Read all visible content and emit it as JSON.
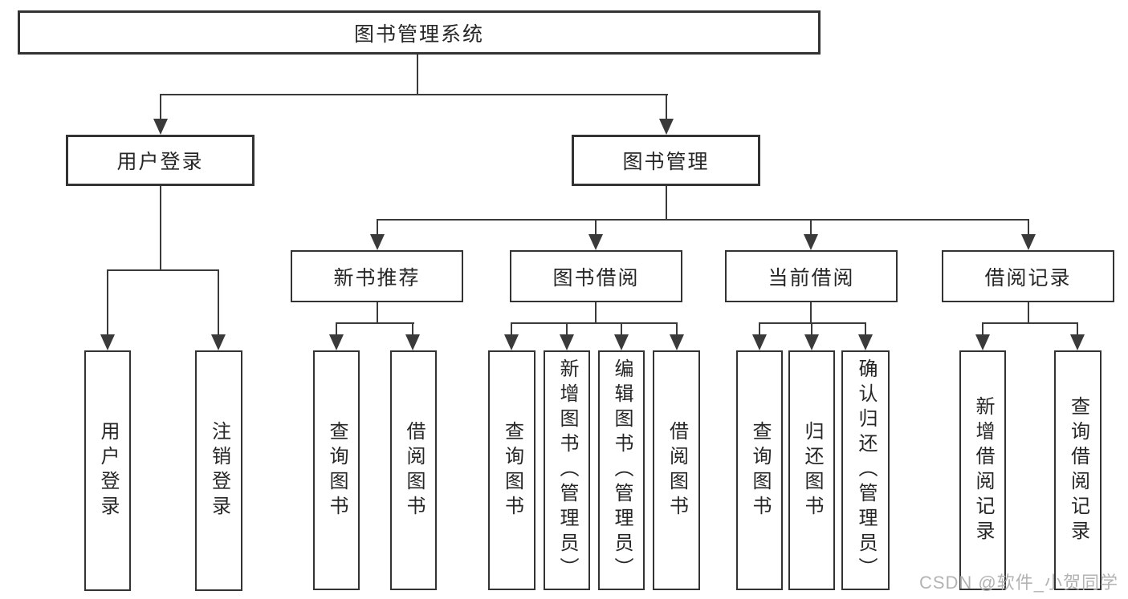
{
  "tree": {
    "root": "图书管理系统",
    "branches": [
      {
        "label": "用户登录",
        "children": [
          "用户登录",
          "注销登录"
        ]
      },
      {
        "label": "图书管理",
        "children": [
          {
            "label": "新书推荐",
            "children": [
              "查询图书",
              "借阅图书"
            ]
          },
          {
            "label": "图书借阅",
            "children": [
              "查询图书",
              "新增图书（管理员）",
              "编辑图书（管理员）",
              "借阅图书"
            ]
          },
          {
            "label": "当前借阅",
            "children": [
              "查询图书",
              "归还图书",
              "确认归还（管理员）"
            ]
          },
          {
            "label": "借阅记录",
            "children": [
              "新增借阅记录",
              "查询借阅记录"
            ]
          }
        ]
      }
    ]
  },
  "watermark": "CSDN @软件_小贺同学",
  "colors": {
    "line": "#3a3a3a",
    "text": "#262626",
    "watermark": "#b3b3b3",
    "background": "#ffffff"
  }
}
